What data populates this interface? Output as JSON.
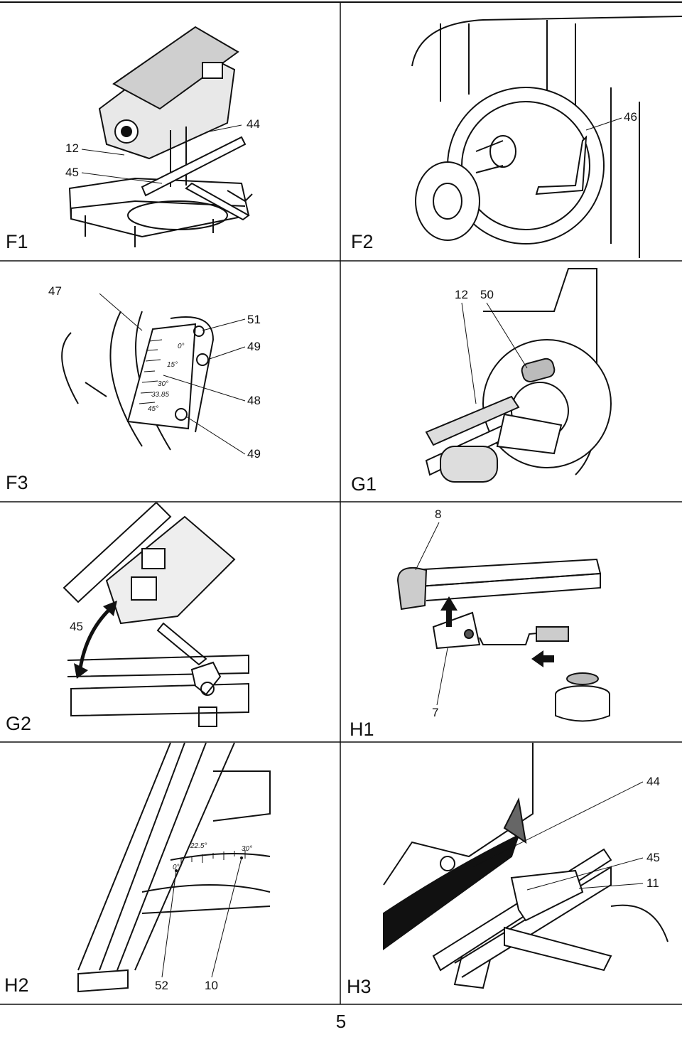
{
  "page_number": "5",
  "panels": {
    "f1": {
      "label": "F1",
      "callouts": [
        "44",
        "12",
        "45"
      ]
    },
    "f2": {
      "label": "F2",
      "callouts": [
        "46"
      ]
    },
    "f3": {
      "label": "F3",
      "callouts": [
        "47",
        "51",
        "49",
        "48",
        "49"
      ],
      "scale": [
        "0°",
        "15°",
        "30°",
        "33.85",
        "45°"
      ]
    },
    "g1": {
      "label": "G1",
      "callouts": [
        "12",
        "50"
      ]
    },
    "g2": {
      "label": "G2",
      "callouts": [
        "45"
      ]
    },
    "h1": {
      "label": "H1",
      "callouts": [
        "8",
        "7"
      ]
    },
    "h2": {
      "label": "H2",
      "callouts": [
        "52",
        "10"
      ],
      "scale": [
        "22.5°",
        "30°",
        "0°"
      ]
    },
    "h3": {
      "label": "H3",
      "callouts": [
        "44",
        "45",
        "11"
      ]
    }
  }
}
